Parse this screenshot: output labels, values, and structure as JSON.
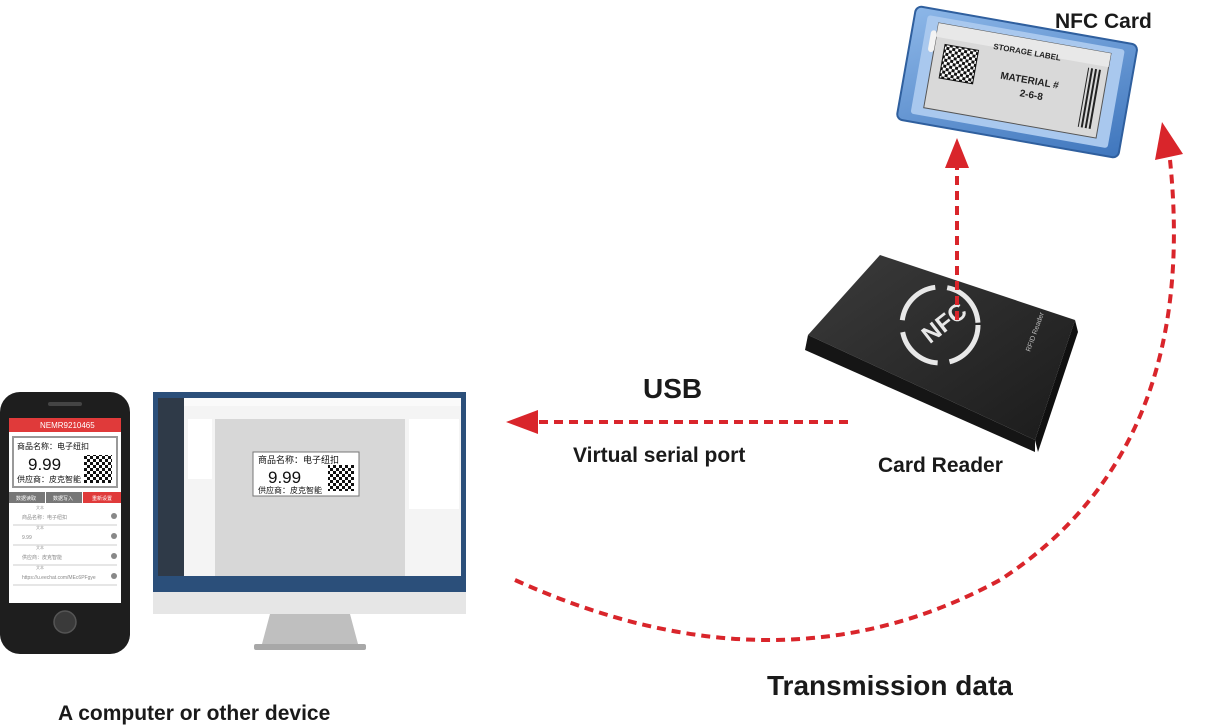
{
  "labels": {
    "nfc_card": "NFC Card",
    "card_reader": "Card Reader",
    "usb": "USB",
    "virtual_serial": "Virtual serial port",
    "transmission": "Transmission data",
    "device": "A computer or other device"
  },
  "nfc_card": {
    "header": "STORAGE LABEL",
    "line1": "MATERIAL #",
    "line2": "2-6-8"
  },
  "reader": {
    "logo": "NFC",
    "side_text": "RFID Reader"
  },
  "phone": {
    "title": "NEMR9210465",
    "label_name": "商品名称：电子纽扣",
    "label_price": "9.99",
    "label_supplier": "供应商：皮克智能",
    "buttons": [
      "数据读取",
      "数据写入",
      "重新设置"
    ],
    "fields": [
      {
        "caption": "文本",
        "value": "商品名称：电子纽扣"
      },
      {
        "caption": "文本",
        "value": "9.99"
      },
      {
        "caption": "文本",
        "value": "供应商：皮克智能"
      },
      {
        "caption": "文本",
        "value": "https://u.eechat.com/MEc6PFgye"
      }
    ]
  },
  "monitor": {
    "label_name": "商品名称：电子纽扣",
    "label_price": "9.99",
    "label_supplier": "供应商：皮克智能"
  },
  "colors": {
    "arrow": "#d9252b",
    "phone_red": "#e03a3a",
    "monitor_frame": "#2b4f7a",
    "card_blue": "#5b8fd0",
    "reader_body": "#2a2a2a"
  }
}
